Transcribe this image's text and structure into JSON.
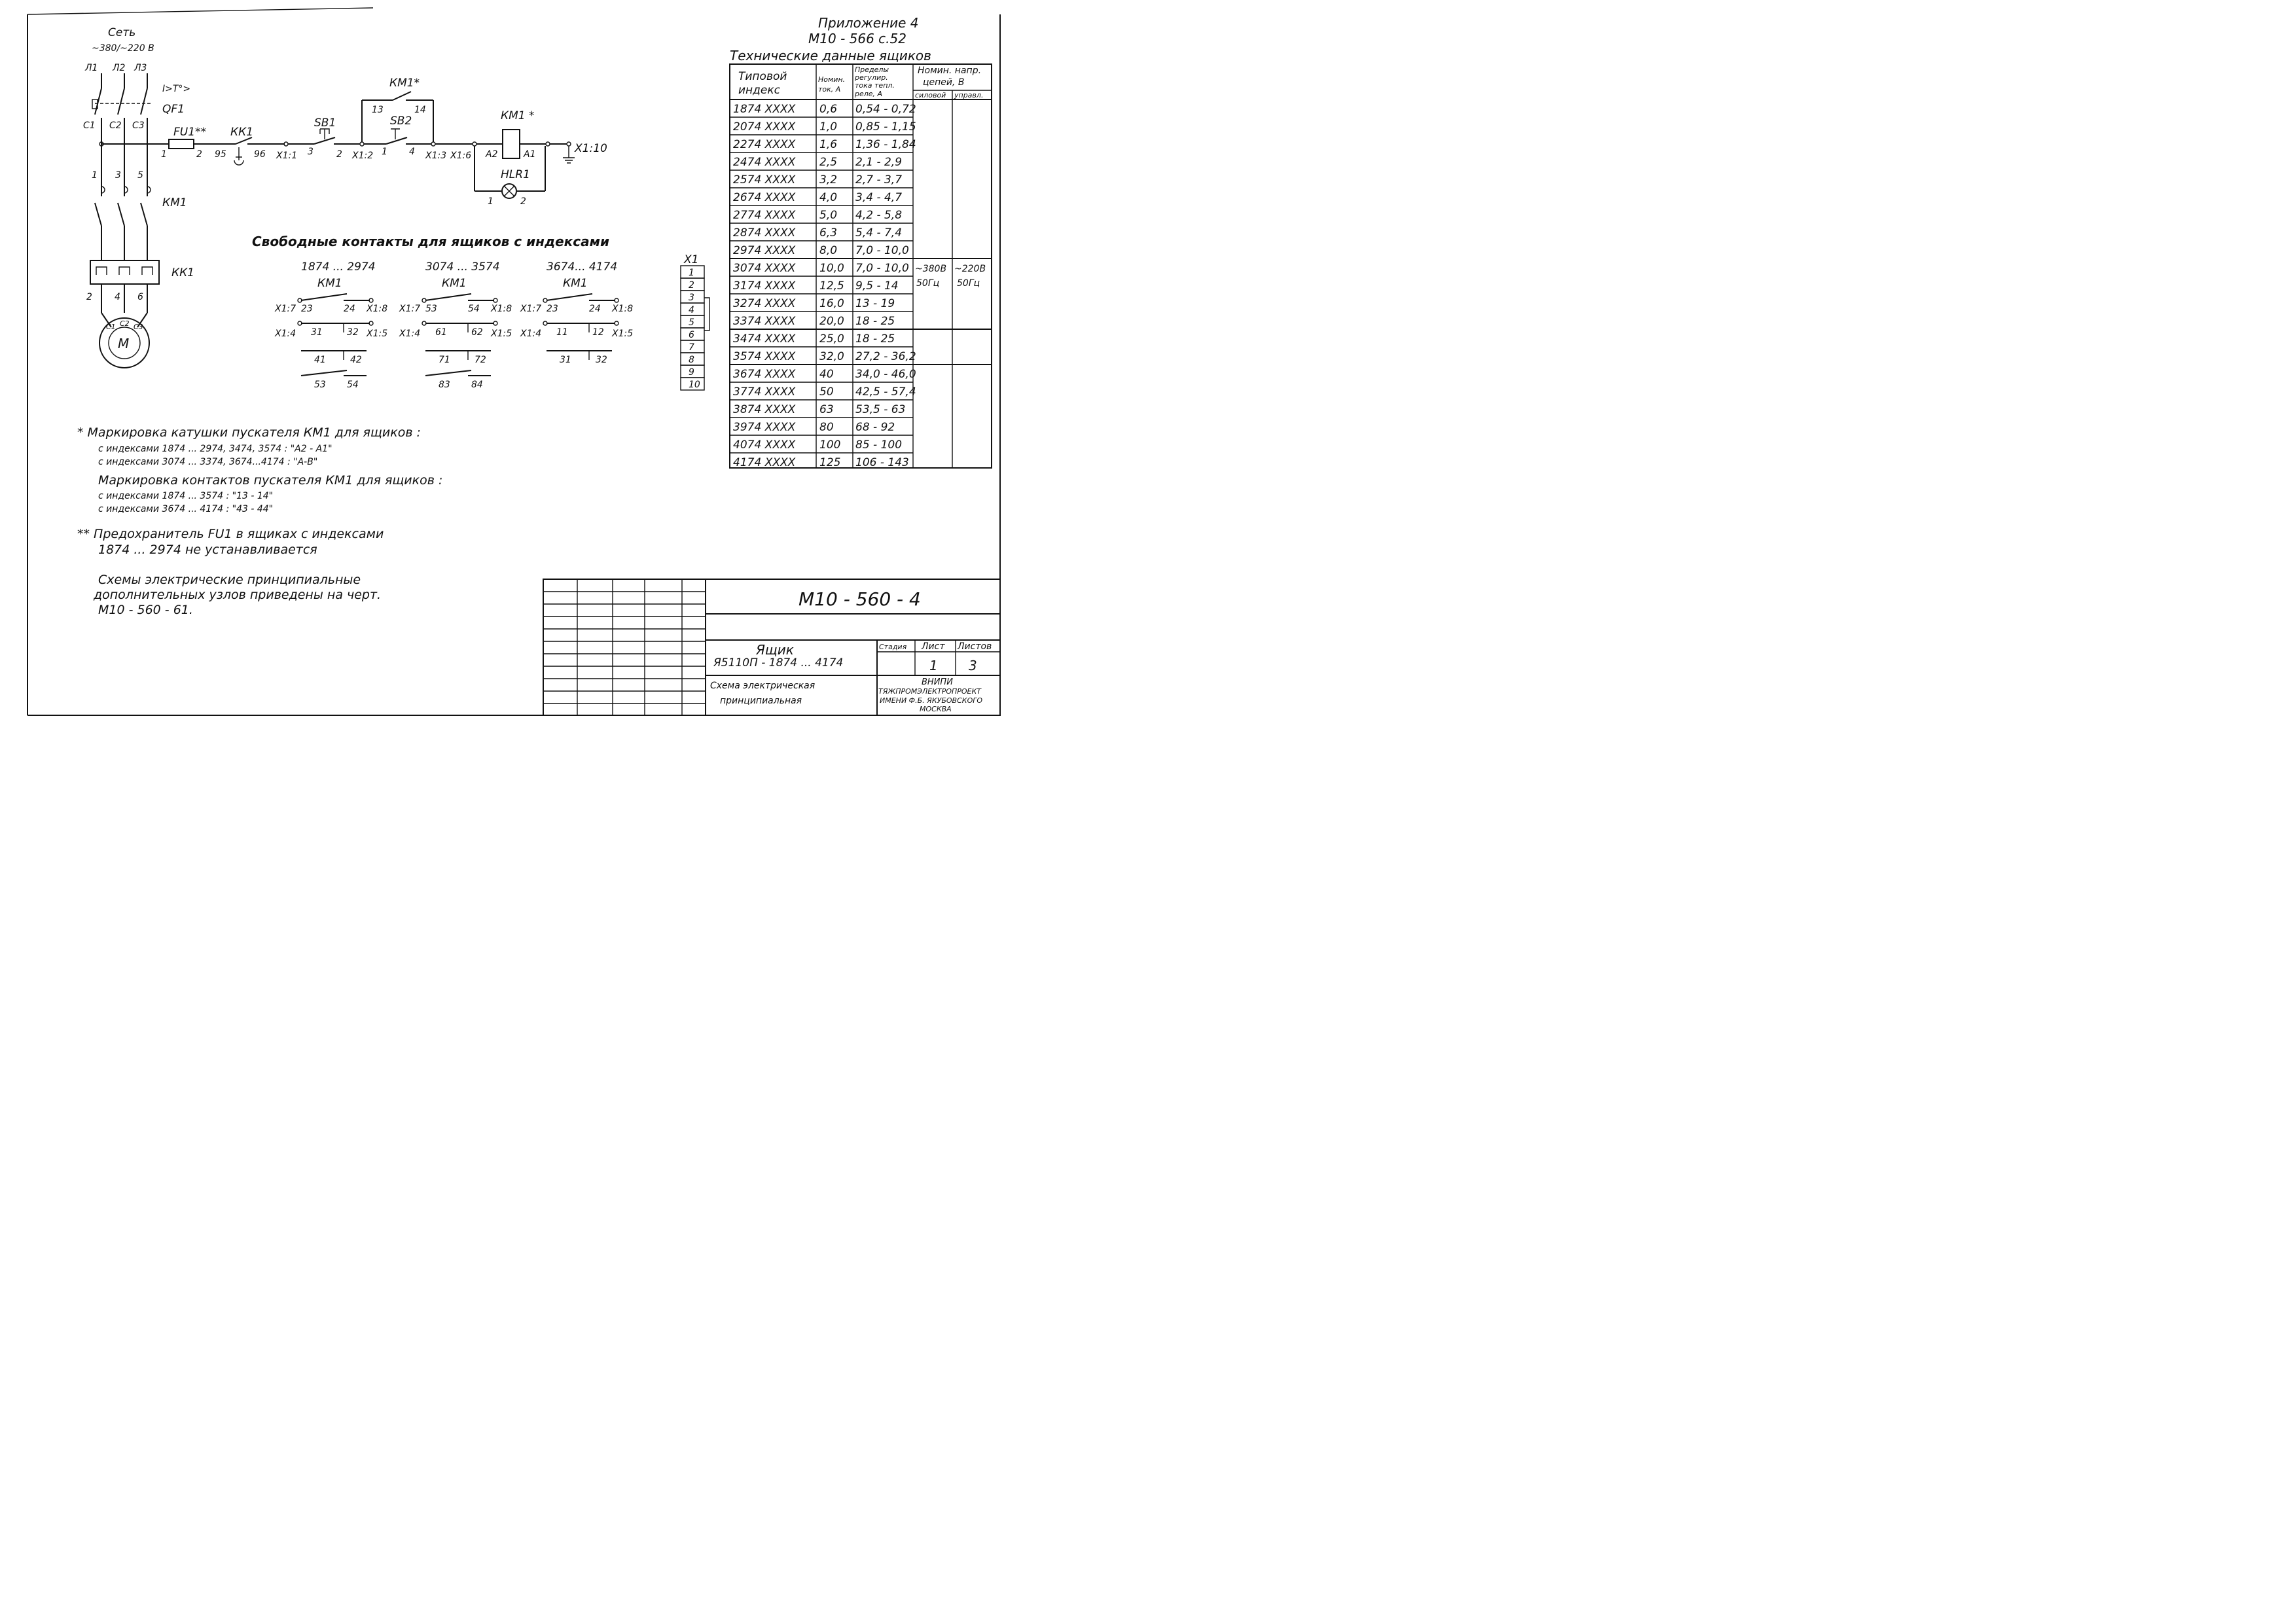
{
  "header": {
    "appendix": "Приложение 4",
    "ref": "М10 - 566 с.52",
    "table_title": "Технические данные ящиков"
  },
  "power": {
    "net_title": "Сеть",
    "net_voltage": "~380/~220 В",
    "phases": [
      "Л1",
      "Л2",
      "Л3"
    ],
    "breaker_mark": "I>T°>",
    "breaker": "QF1",
    "breaker_terms": [
      "С1",
      "С2",
      "С3"
    ],
    "contactor_terms": [
      "1",
      "3",
      "5"
    ],
    "contactor": "КМ1",
    "relay": "КК1",
    "relay_terms": [
      "2",
      "4",
      "6"
    ],
    "motor": "М",
    "motor_terms": [
      "С1",
      "С2",
      "С3"
    ]
  },
  "control": {
    "fuse": "FU1**",
    "fuse_terms": [
      "1",
      "2"
    ],
    "relay": "КК1",
    "relay_terms": [
      "95",
      "96"
    ],
    "sb1": "SB1",
    "sb2": "SB2",
    "hold_contact": "КМ1*",
    "hold_terms": [
      "13",
      "14"
    ],
    "coil": "КМ1 *",
    "coil_terms": [
      "А2",
      "А1"
    ],
    "lamp": "HLR1",
    "lamp_terms": [
      "1",
      "2"
    ],
    "terminals": [
      "Х1:1",
      "3",
      "2",
      "Х1:2",
      "1",
      "4",
      "Х1:3",
      "Х1:6",
      "Х1:10"
    ]
  },
  "free_contacts": {
    "title": "Свободные контакты для ящиков с индексами",
    "groups": [
      {
        "range": "1874 ... 2974",
        "name": "КМ1",
        "c1": [
          "Х1:7",
          "23",
          "24",
          "Х1:8"
        ],
        "c2": [
          "Х1:4",
          "31",
          "32",
          "Х1:5"
        ],
        "c3": [
          "41",
          "42"
        ],
        "c4": [
          "53",
          "54"
        ]
      },
      {
        "range": "3074 ... 3574",
        "name": "КМ1",
        "c1": [
          "Х1:7",
          "53",
          "54",
          "Х1:8"
        ],
        "c2": [
          "Х1:4",
          "61",
          "62",
          "Х1:5"
        ],
        "c3": [
          "71",
          "72"
        ],
        "c4": [
          "83",
          "84"
        ]
      },
      {
        "range": "3674... 4174",
        "name": "КМ1",
        "c1": [
          "Х1:7",
          "23",
          "24",
          "Х1:8"
        ],
        "c2": [
          "Х1:4",
          "11",
          "12",
          "Х1:5"
        ],
        "c3": [
          "31",
          "32"
        ],
        "c4": []
      }
    ]
  },
  "terminal_block": {
    "name": "Х1",
    "cells": [
      "1",
      "2",
      "3",
      "4",
      "5",
      "6",
      "7",
      "8",
      "9",
      "10"
    ]
  },
  "notes": {
    "n1": "* Маркировка катушки пускателя КМ1 для ящиков :",
    "n2": "с индексами 1874 ... 2974, 3474, 3574 : \"А2 - А1\"",
    "n3": "с индексами 3074 ... 3374, 3674...4174 : \"А-В\"",
    "n4": "Маркировка контактов пускателя КМ1 для ящиков :",
    "n5": "с индексами 1874 ... 3574 : \"13 - 14\"",
    "n6": "с индексами 3674 ... 4174 : \"43 - 44\"",
    "n7": "** Предохранитель FU1 в ящиках с индексами",
    "n8": "1874 ... 2974 не устанавливается",
    "n9": "Схемы электрические принципиальные",
    "n10": "дополнительных узлов приведены на черт.",
    "n11": "М10 - 560 - 61."
  },
  "tech_table": {
    "headers": {
      "index": [
        "Типовой",
        "индекс"
      ],
      "nom_current": [
        "Номин.",
        "ток, А"
      ],
      "range": [
        "Пределы",
        "регулир.",
        "тока тепл.",
        "реле, А"
      ],
      "voltage": [
        "Номин. напр.",
        "цепей, В"
      ],
      "power_col": "силовой",
      "control_col": "управл."
    },
    "rows": [
      {
        "index": "1874 XXXX",
        "current": "0,6",
        "range": "0,54 - 0,72"
      },
      {
        "index": "2074 XXXX",
        "current": "1,0",
        "range": "0,85 - 1,15"
      },
      {
        "index": "2274 XXXX",
        "current": "1,6",
        "range": "1,36 - 1,84"
      },
      {
        "index": "2474 XXXX",
        "current": "2,5",
        "range": "2,1 - 2,9"
      },
      {
        "index": "2574 XXXX",
        "current": "3,2",
        "range": "2,7 - 3,7"
      },
      {
        "index": "2674 XXXX",
        "current": "4,0",
        "range": "3,4 - 4,7"
      },
      {
        "index": "2774 XXXX",
        "current": "5,0",
        "range": "4,2 - 5,8"
      },
      {
        "index": "2874 XXXX",
        "current": "6,3",
        "range": "5,4 - 7,4"
      },
      {
        "index": "2974 XXXX",
        "current": "8,0",
        "range": "7,0 - 10,0"
      },
      {
        "index": "3074 XXXX",
        "current": "10,0",
        "range": "7,0 - 10,0"
      },
      {
        "index": "3174 XXXX",
        "current": "12,5",
        "range": "9,5 - 14"
      },
      {
        "index": "3274 XXXX",
        "current": "16,0",
        "range": "13 - 19"
      },
      {
        "index": "3374 XXXX",
        "current": "20,0",
        "range": "18 - 25"
      },
      {
        "index": "3474 XXXX",
        "current": "25,0",
        "range": "18 - 25"
      },
      {
        "index": "3574 XXXX",
        "current": "32,0",
        "range": "27,2 - 36,2"
      },
      {
        "index": "3674 XXXX",
        "current": "40",
        "range": "34,0 - 46,0"
      },
      {
        "index": "3774 XXXX",
        "current": "50",
        "range": "42,5 - 57,4"
      },
      {
        "index": "3874 XXXX",
        "current": "63",
        "range": "53,5 - 63"
      },
      {
        "index": "3974 XXXX",
        "current": "80",
        "range": "68 - 92"
      },
      {
        "index": "4074 XXXX",
        "current": "100",
        "range": "85 - 100"
      },
      {
        "index": "4174 XXXX",
        "current": "125",
        "range": "106 - 143"
      }
    ],
    "power_voltage": [
      "~380В",
      "50Гц"
    ],
    "control_voltage": [
      "~220В",
      "50Гц"
    ]
  },
  "title_block": {
    "doc_number": "М10 - 560 - 4",
    "item_name": "Ящик",
    "item_type": "Я5110П - 1874 ... 4174",
    "stage_label": "Стадия",
    "sheet_label": "Лист",
    "sheets_label": "Листов",
    "sheet": "1",
    "sheets": "3",
    "desc_1": "Схема электрическая",
    "desc_2": "принципиальная",
    "org_1": "ВНИПИ",
    "org_2": "ТЯЖПРОМЭЛЕКТРОПРОЕКТ",
    "org_3": "ИМЕНИ Ф.Б. ЯКУБОВСКОГО",
    "org_4": "МОСКВА"
  }
}
